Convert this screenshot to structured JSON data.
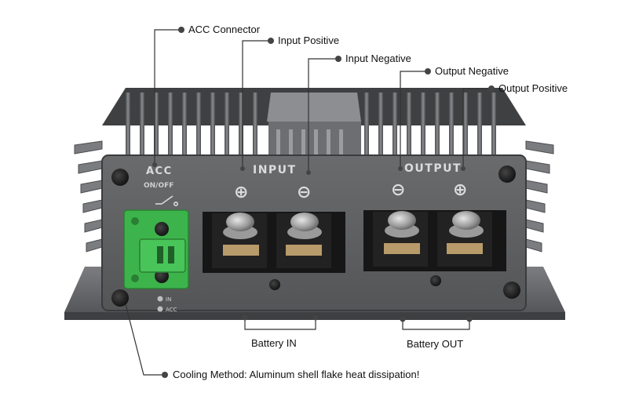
{
  "callouts": {
    "acc_connector": "ACC Connector",
    "input_positive": "Input Positive",
    "input_negative": "Input Negative",
    "output_negative": "Output Negative",
    "output_positive": "Output Positive",
    "battery_in": "Battery IN",
    "battery_out": "Battery OUT",
    "cooling_method": "Cooling Method: Aluminum shell flake heat dissipation!"
  },
  "panel": {
    "acc_label": "ACC",
    "onoff_label": "ON/OFF",
    "input_label": "INPUT",
    "output_label": "OUTPUT",
    "plus_symbol": "⊕",
    "minus_symbol": "⊖",
    "led_label_1": "IN",
    "led_label_2": "ACC"
  },
  "colors": {
    "housing": "#5e5f61",
    "fins": "#75777a",
    "terminal_connector": "#3cb44b",
    "terminal_block": "#1a1a1a",
    "callout_line": "#333333"
  },
  "icons": {
    "screw": "phillips-screw-icon",
    "switch": "switch-icon",
    "plus": "plus-circle-icon",
    "minus": "minus-circle-icon"
  }
}
